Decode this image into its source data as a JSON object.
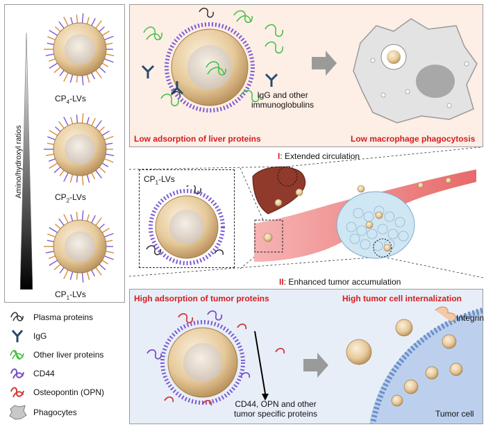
{
  "left_panel": {
    "vesicles": [
      {
        "label_main": "CP",
        "label_sub": "4",
        "label_tail": "-LVs"
      },
      {
        "label_main": "CP",
        "label_sub": "2",
        "label_tail": "-LVs"
      },
      {
        "label_main": "CP",
        "label_sub": "1",
        "label_tail": "-LVs"
      }
    ],
    "ratio_axis_label": "Amino/hydroxyl ratios"
  },
  "legend": {
    "items": [
      {
        "label": "Plasma proteins",
        "icon": "plasma-protein-icon",
        "color": "#3a3a3a"
      },
      {
        "label": "IgG",
        "icon": "igg-icon",
        "color": "#2a4a6a"
      },
      {
        "label": "Other liver proteins",
        "icon": "liver-protein-icon",
        "color": "#3fbf3f"
      },
      {
        "label": "CD44",
        "icon": "cd44-icon",
        "color": "#7a4fc8"
      },
      {
        "label": "Osteopontin (OPN)",
        "icon": "opn-icon",
        "color": "#d23a3a"
      },
      {
        "label": "Phagocytes",
        "icon": "phagocyte-icon",
        "color": "#9a9a9a"
      }
    ]
  },
  "top_panel": {
    "annotation_line1": "IgG and other",
    "annotation_line2": "immunoglobulins",
    "left_caption": "Low adsorption of liver proteins",
    "right_caption": "Low macrophage phagocytosis"
  },
  "middle": {
    "stage_one_numeral": "I",
    "stage_one_text": ": Extended circulation",
    "zoom_label_main": "CP",
    "zoom_label_sub": "1",
    "zoom_label_tail": "-LVs",
    "stage_two_numeral": "II",
    "stage_two_text": ": Enhanced tumor accumulation"
  },
  "bottom_panel": {
    "left_caption": "High adsorption of tumor proteins",
    "right_caption": "High tumor cell internalization",
    "annotation_line1": "CD44, OPN and other",
    "annotation_line2": "tumor specific proteins",
    "integrin_label": "Integrin",
    "tumor_cell_label": "Tumor cell"
  },
  "colors": {
    "top_panel_bg": "#fdeee6",
    "bottom_panel_bg": "#e8eef8",
    "caption_red": "#d21e1e",
    "vesicle_tan": "#e6c999",
    "vessel_pink": "#f39a9a",
    "liver_brown": "#8f3a2a",
    "tumor_blue": "#cfe6f3"
  }
}
